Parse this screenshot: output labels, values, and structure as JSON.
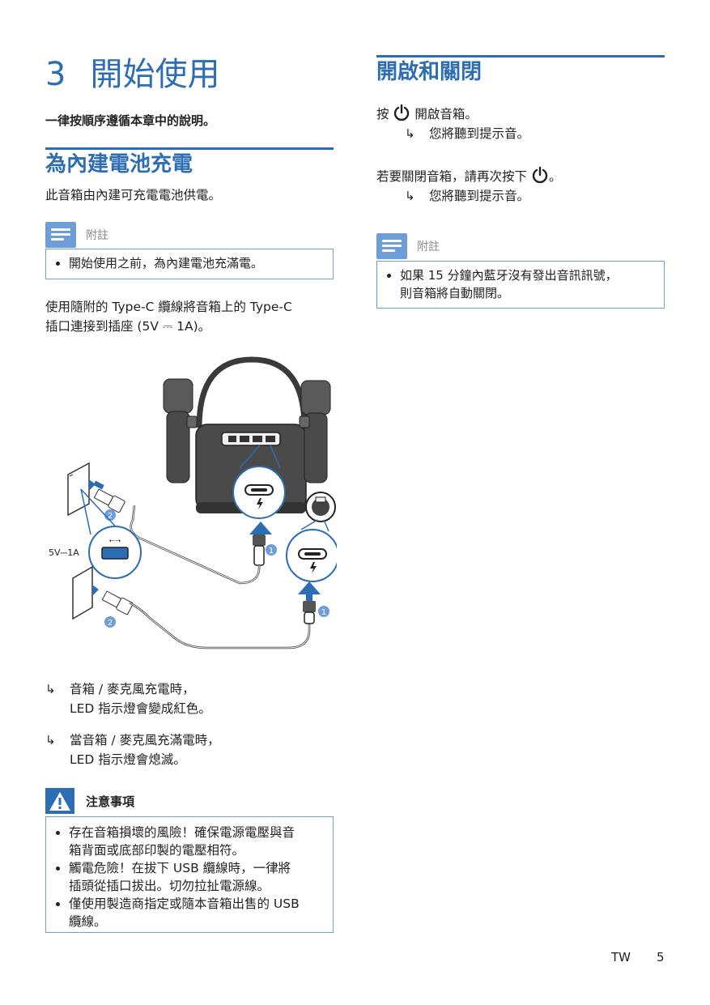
{
  "chapter": {
    "number": "3",
    "title": "開始使用"
  },
  "intro": "一律按順序遵循本章中的說明。",
  "charge_section": {
    "title": "為內建電池充電",
    "text": "此音箱由內建可充電電池供電。",
    "note_label": "附註",
    "note_items": [
      "開始使用之前，為內建電池充滿電。"
    ],
    "connect_text_1": "使用隨附的 Type-C 纜線將音箱上的 Type-C",
    "connect_text_2": "插口連接到插座 (5V ⎓ 1A)。"
  },
  "figure": {
    "voltage_label": "5V⎓1A",
    "step_1": "1",
    "step_2": "2"
  },
  "results": [
    {
      "line1": "音箱 / 麥克風充電時，",
      "line2": "LED 指示燈會變成紅色。"
    },
    {
      "line1": "當音箱 / 麥克風充滿電時，",
      "line2": "LED 指示燈會熄滅。"
    }
  ],
  "caution": {
    "label": "注意事項",
    "items": [
      {
        "line1": "存在音箱損壞的風險！確保電源電壓與音",
        "line2": "箱背面或底部印製的電壓相符。"
      },
      {
        "line1": "觸電危險！在拔下 USB 纜線時，一律將",
        "line2": "插頭從插口拔出。切勿拉扯電源線。"
      },
      {
        "line1": "僅使用製造商指定或隨本音箱出售的 USB",
        "line2": "纜線。"
      }
    ]
  },
  "power_section": {
    "title": "開啟和關閉",
    "on_prefix": "按",
    "on_suffix": "開啟音箱。",
    "on_result": "您將聽到提示音。",
    "off_prefix": "若要關閉音箱，請再次按下",
    "off_suffix": "。",
    "off_result": "您將聽到提示音。",
    "note_label": "附註",
    "note_line1": "如果 15 分鐘內藍牙沒有發出音訊訊號，",
    "note_line2": "則音箱將自動關閉。"
  },
  "footer": {
    "lang": "TW",
    "page": "5"
  },
  "colors": {
    "accent": "#2c6db4",
    "note": "#6d9ed7"
  },
  "icons": {
    "note": "note-icon",
    "warning": "warning-icon",
    "power": "power-icon",
    "result": "result-arrow-icon"
  }
}
